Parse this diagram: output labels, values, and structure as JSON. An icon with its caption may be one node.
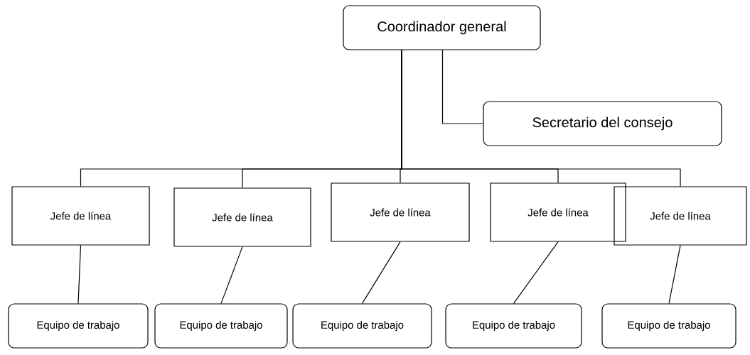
{
  "diagram": {
    "nodes": [
      {
        "text": [
          "Coordinador general"
        ]
      },
      {
        "text": [
          "Secretario del consejo"
        ]
      },
      {
        "text": [
          "Jefe de línea"
        ]
      },
      {
        "text": [
          "Jefe de línea"
        ]
      },
      {
        "text": [
          "Jefe de línea"
        ]
      },
      {
        "text": [
          "Jefe de línea"
        ]
      },
      {
        "text": [
          "Jefe de línea"
        ]
      },
      {
        "text": [
          "Equipo de trabajo"
        ]
      },
      {
        "text": [
          "Equipo de trabajo"
        ]
      },
      {
        "text": [
          "Equipo de trabajo"
        ]
      },
      {
        "text": [
          "Equipo de trabajo"
        ]
      },
      {
        "text": [
          "Equipo de trabajo"
        ]
      }
    ],
    "edges": [
      {
        "from": 0,
        "to": 1,
        "arrow": "none"
      },
      {
        "from": 0,
        "to": 2,
        "arrow": "none"
      },
      {
        "from": 0,
        "to": 3,
        "arrow": "none"
      },
      {
        "from": 0,
        "to": 4,
        "arrow": "none"
      },
      {
        "from": 0,
        "to": 5,
        "arrow": "none"
      },
      {
        "from": 0,
        "to": 6,
        "arrow": "none"
      },
      {
        "from": 2,
        "to": 7,
        "arrow": "none"
      },
      {
        "from": 3,
        "to": 8,
        "arrow": "none"
      },
      {
        "from": 4,
        "to": 9,
        "arrow": "none"
      },
      {
        "from": 5,
        "to": 10,
        "arrow": "none"
      },
      {
        "from": 6,
        "to": 11,
        "arrow": "none"
      }
    ]
  }
}
